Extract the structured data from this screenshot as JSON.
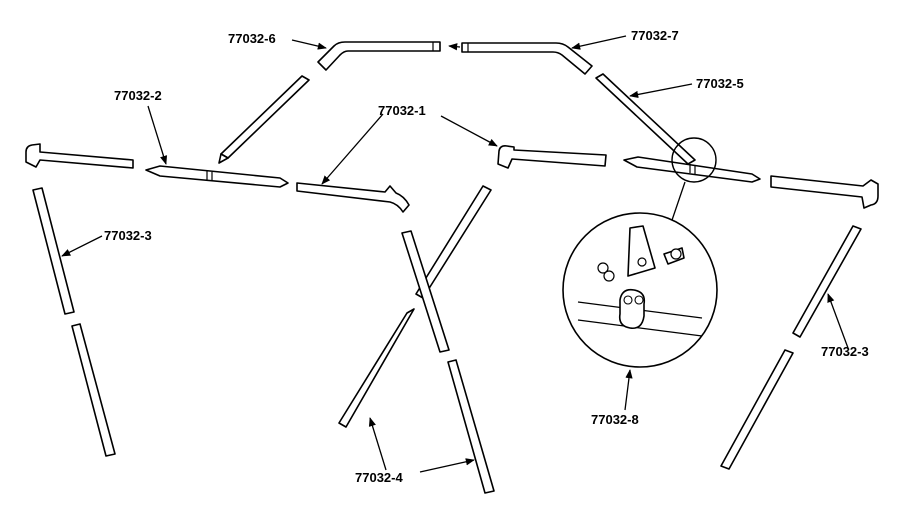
{
  "diagram": {
    "labels": [
      {
        "id": "label-77032-6",
        "text": "77032-6"
      },
      {
        "id": "label-77032-7",
        "text": "77032-7"
      },
      {
        "id": "label-77032-5",
        "text": "77032-5"
      },
      {
        "id": "label-77032-2",
        "text": "77032-2"
      },
      {
        "id": "label-77032-1",
        "text": "77032-1"
      },
      {
        "id": "label-77032-3-left",
        "text": "77032-3"
      },
      {
        "id": "label-77032-3-right",
        "text": "77032-3"
      },
      {
        "id": "label-77032-8",
        "text": "77032-8"
      },
      {
        "id": "label-77032-4",
        "text": "77032-4"
      }
    ]
  }
}
